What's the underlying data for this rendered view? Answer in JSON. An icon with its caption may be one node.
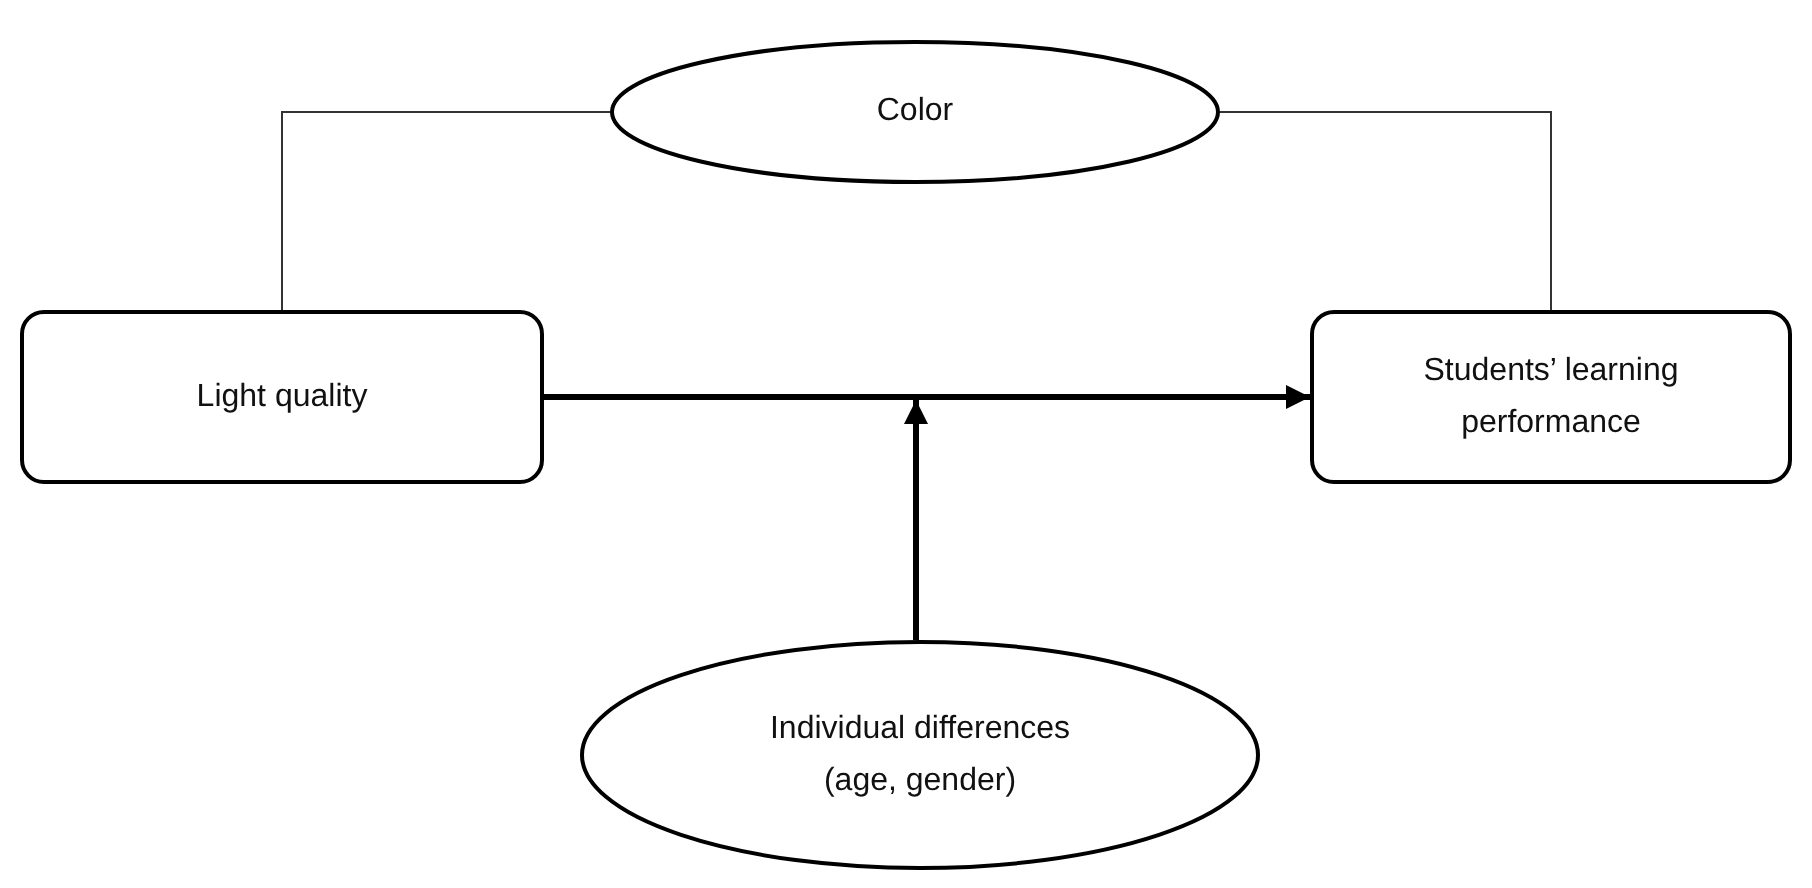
{
  "diagram": {
    "nodes": [
      {
        "text": [
          "Color"
        ]
      },
      {
        "text": [
          "Light quality"
        ]
      },
      {
        "text": [
          "Students’ learning performance"
        ]
      },
      {
        "text": [
          "Individual differences (age, gender)"
        ]
      }
    ],
    "edges": [
      {
        "from": 1,
        "to": 0,
        "arrow": "none"
      },
      {
        "from": 0,
        "to": 2,
        "arrow": "none"
      },
      {
        "from": 1,
        "to": 2,
        "arrow": "to",
        "style": "thick"
      },
      {
        "from": 3,
        "to": null,
        "arrow": "to",
        "style": "thick"
      }
    ]
  }
}
